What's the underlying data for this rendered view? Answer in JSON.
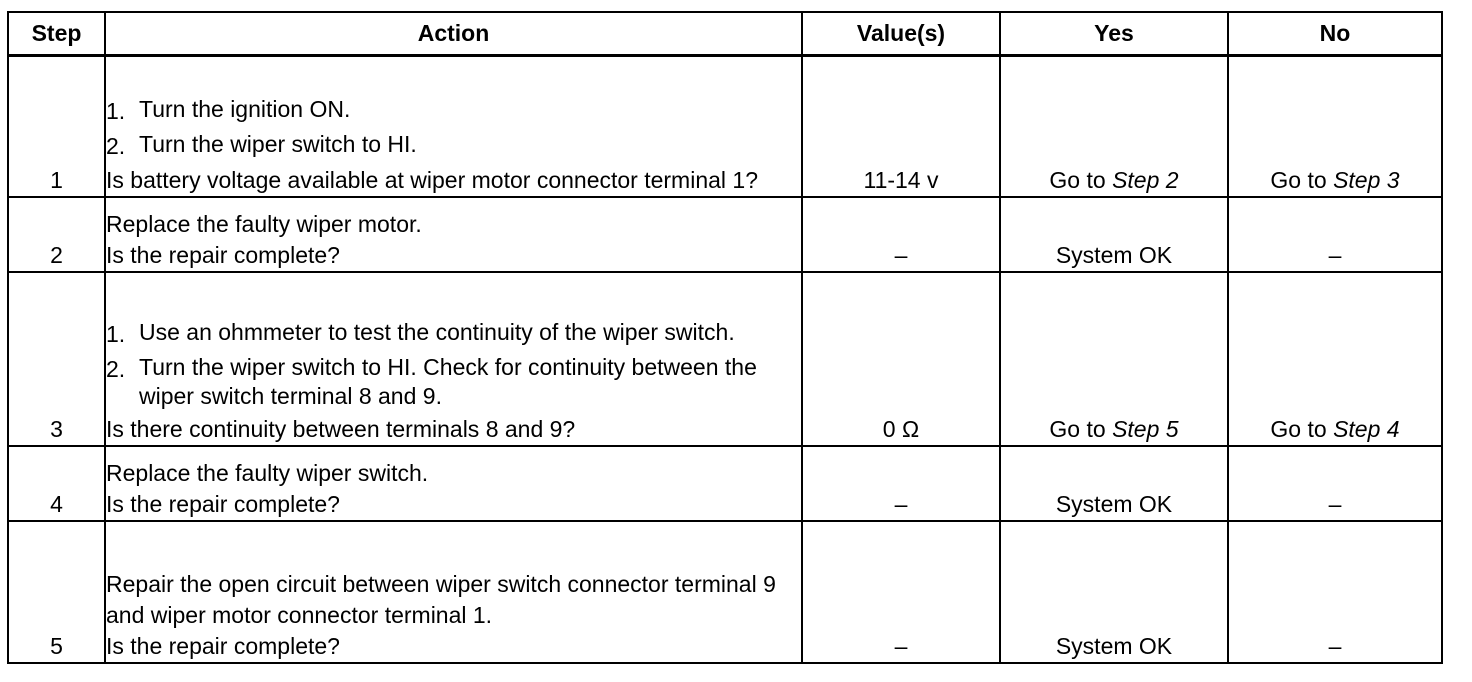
{
  "headers": {
    "step": "Step",
    "action": "Action",
    "value": "Value(s)",
    "yes": "Yes",
    "no": "No"
  },
  "rows": [
    {
      "step": "1",
      "list": [
        {
          "n": "1.",
          "text": "Turn the ignition ON."
        },
        {
          "n": "2.",
          "text": "Turn the wiper switch to HI."
        }
      ],
      "question": "Is battery voltage available at wiper motor connector terminal 1?",
      "value": "11-14 v",
      "yes": {
        "prefix": "Go to",
        "ref": "Step 2"
      },
      "no": {
        "prefix": "Go to",
        "ref": "Step 3"
      }
    },
    {
      "step": "2",
      "statement": "Replace the faulty wiper motor.",
      "question": "Is the repair complete?",
      "value": "–",
      "yes": "System OK",
      "no": "–"
    },
    {
      "step": "3",
      "list": [
        {
          "n": "1.",
          "text": "Use an ohmmeter to test the continuity of the wiper switch."
        },
        {
          "n": "2.",
          "text": "Turn the wiper switch to HI. Check for continuity between the wiper switch terminal 8 and 9."
        }
      ],
      "question": "Is there continuity between terminals 8 and 9?",
      "value": "0 Ω",
      "yes": {
        "prefix": "Go to",
        "ref": "Step 5"
      },
      "no": {
        "prefix": "Go to",
        "ref": "Step 4"
      }
    },
    {
      "step": "4",
      "statement": "Replace the faulty wiper switch.",
      "question": "Is the repair complete?",
      "value": "–",
      "yes": "System OK",
      "no": "–"
    },
    {
      "step": "5",
      "statement": "Repair the open circuit between wiper switch connector terminal 9 and wiper motor connector terminal 1.",
      "question": "Is the repair complete?",
      "value": "–",
      "yes": "System OK",
      "no": "–"
    }
  ]
}
